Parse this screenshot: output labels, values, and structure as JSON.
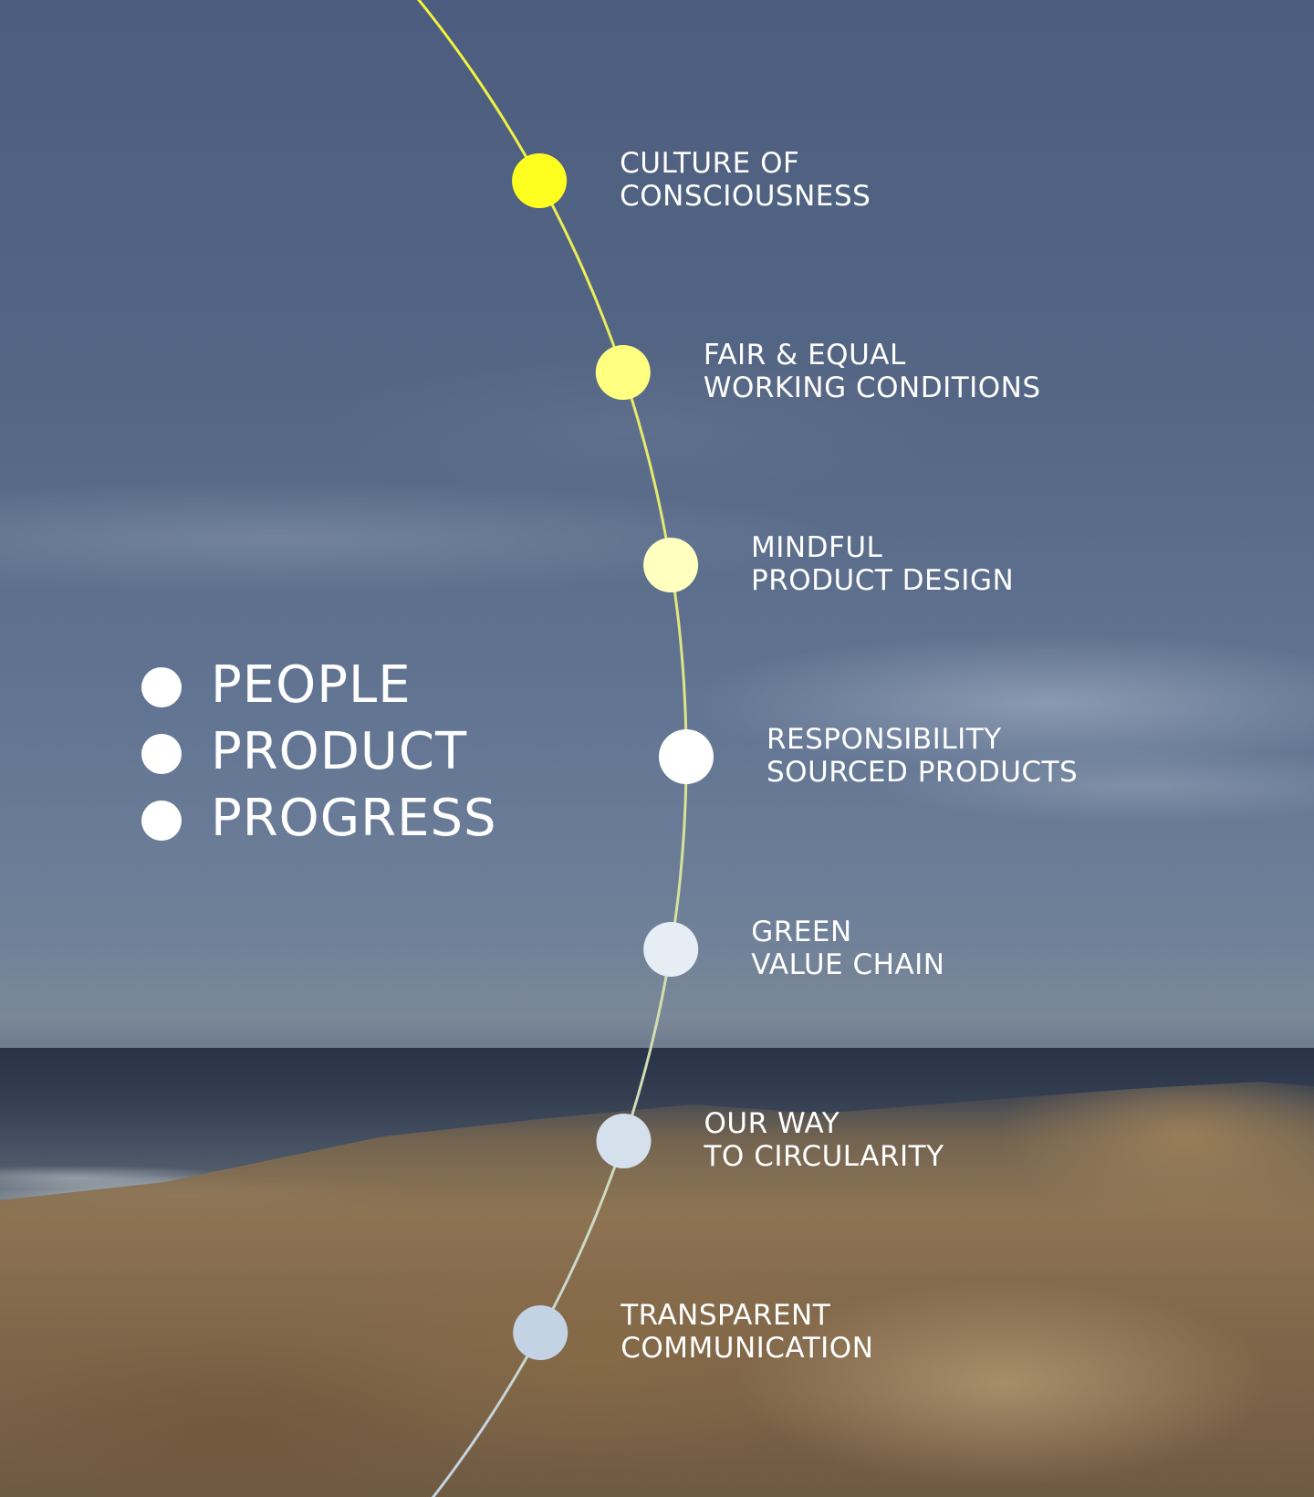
{
  "colors": {
    "arc_top": "#f5f536",
    "arc_bottom": "#c3d3e3",
    "text": "#ffffff"
  },
  "pillars": [
    {
      "label": "PEOPLE"
    },
    {
      "label": "PRODUCT"
    },
    {
      "label": "PROGRESS"
    }
  ],
  "milestones": [
    {
      "line1": "CULTURE OF",
      "line2": "CONSCIOUSNESS",
      "color": "#ffff1f"
    },
    {
      "line1": "FAIR & EQUAL",
      "line2": "WORKING CONDITIONS",
      "color": "#ffff80"
    },
    {
      "line1": "MINDFUL",
      "line2": "PRODUCT DESIGN",
      "color": "#ffffbf"
    },
    {
      "line1": "RESPONSIBILITY",
      "line2": "SOURCED PRODUCTS",
      "color": "#ffffff"
    },
    {
      "line1": "GREEN",
      "line2": "VALUE CHAIN",
      "color": "#e6edf5"
    },
    {
      "line1": "OUR WAY",
      "line2": "TO CIRCULARITY",
      "color": "#d4e0eb"
    },
    {
      "line1": "TRANSPARENT",
      "line2": "COMMUNICATION",
      "color": "#c3d3e3"
    }
  ]
}
